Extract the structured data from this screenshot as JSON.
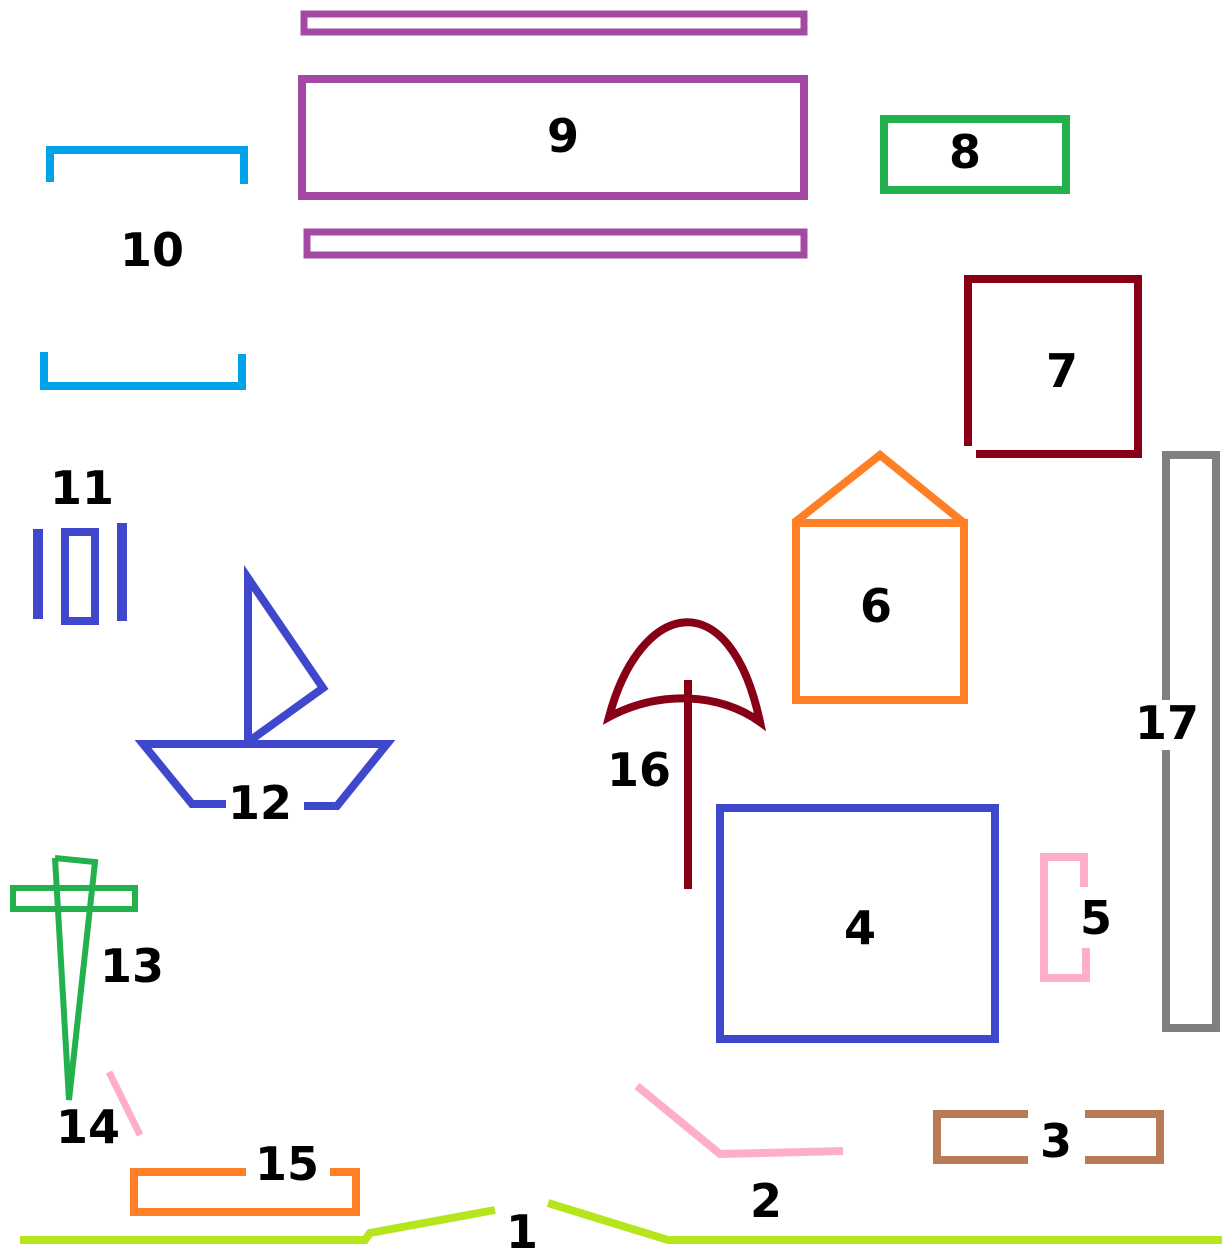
{
  "items": [
    {
      "label": "1",
      "color": "#b5e61d",
      "shape": "ground-line"
    },
    {
      "label": "2",
      "color": "#ffaec9",
      "shape": "bent-line"
    },
    {
      "label": "3",
      "color": "#b97a57",
      "shape": "open-bracket"
    },
    {
      "label": "4",
      "color": "#3f48cc",
      "shape": "rectangle"
    },
    {
      "label": "5",
      "color": "#ffaec9",
      "shape": "bracket"
    },
    {
      "label": "6",
      "color": "#ff7f27",
      "shape": "house"
    },
    {
      "label": "7",
      "color": "#880015",
      "shape": "square"
    },
    {
      "label": "8",
      "color": "#22b14c",
      "shape": "rectangle"
    },
    {
      "label": "9",
      "color": "#a349a4",
      "shape": "rectangle-with-bars"
    },
    {
      "label": "10",
      "color": "#00a2e8",
      "shape": "brackets"
    },
    {
      "label": "11",
      "color": "#3f48cc",
      "shape": "bars"
    },
    {
      "label": "12",
      "color": "#3f48cc",
      "shape": "sailboat"
    },
    {
      "label": "13",
      "color": "#22b14c",
      "shape": "cross"
    },
    {
      "label": "14",
      "color": "#ffaec9",
      "shape": "slanted-line"
    },
    {
      "label": "15",
      "color": "#ff7f27",
      "shape": "open-rectangle"
    },
    {
      "label": "16",
      "color": "#880015",
      "shape": "umbrella"
    },
    {
      "label": "17",
      "color": "#7f7f7f",
      "shape": "tall-rectangle"
    }
  ]
}
